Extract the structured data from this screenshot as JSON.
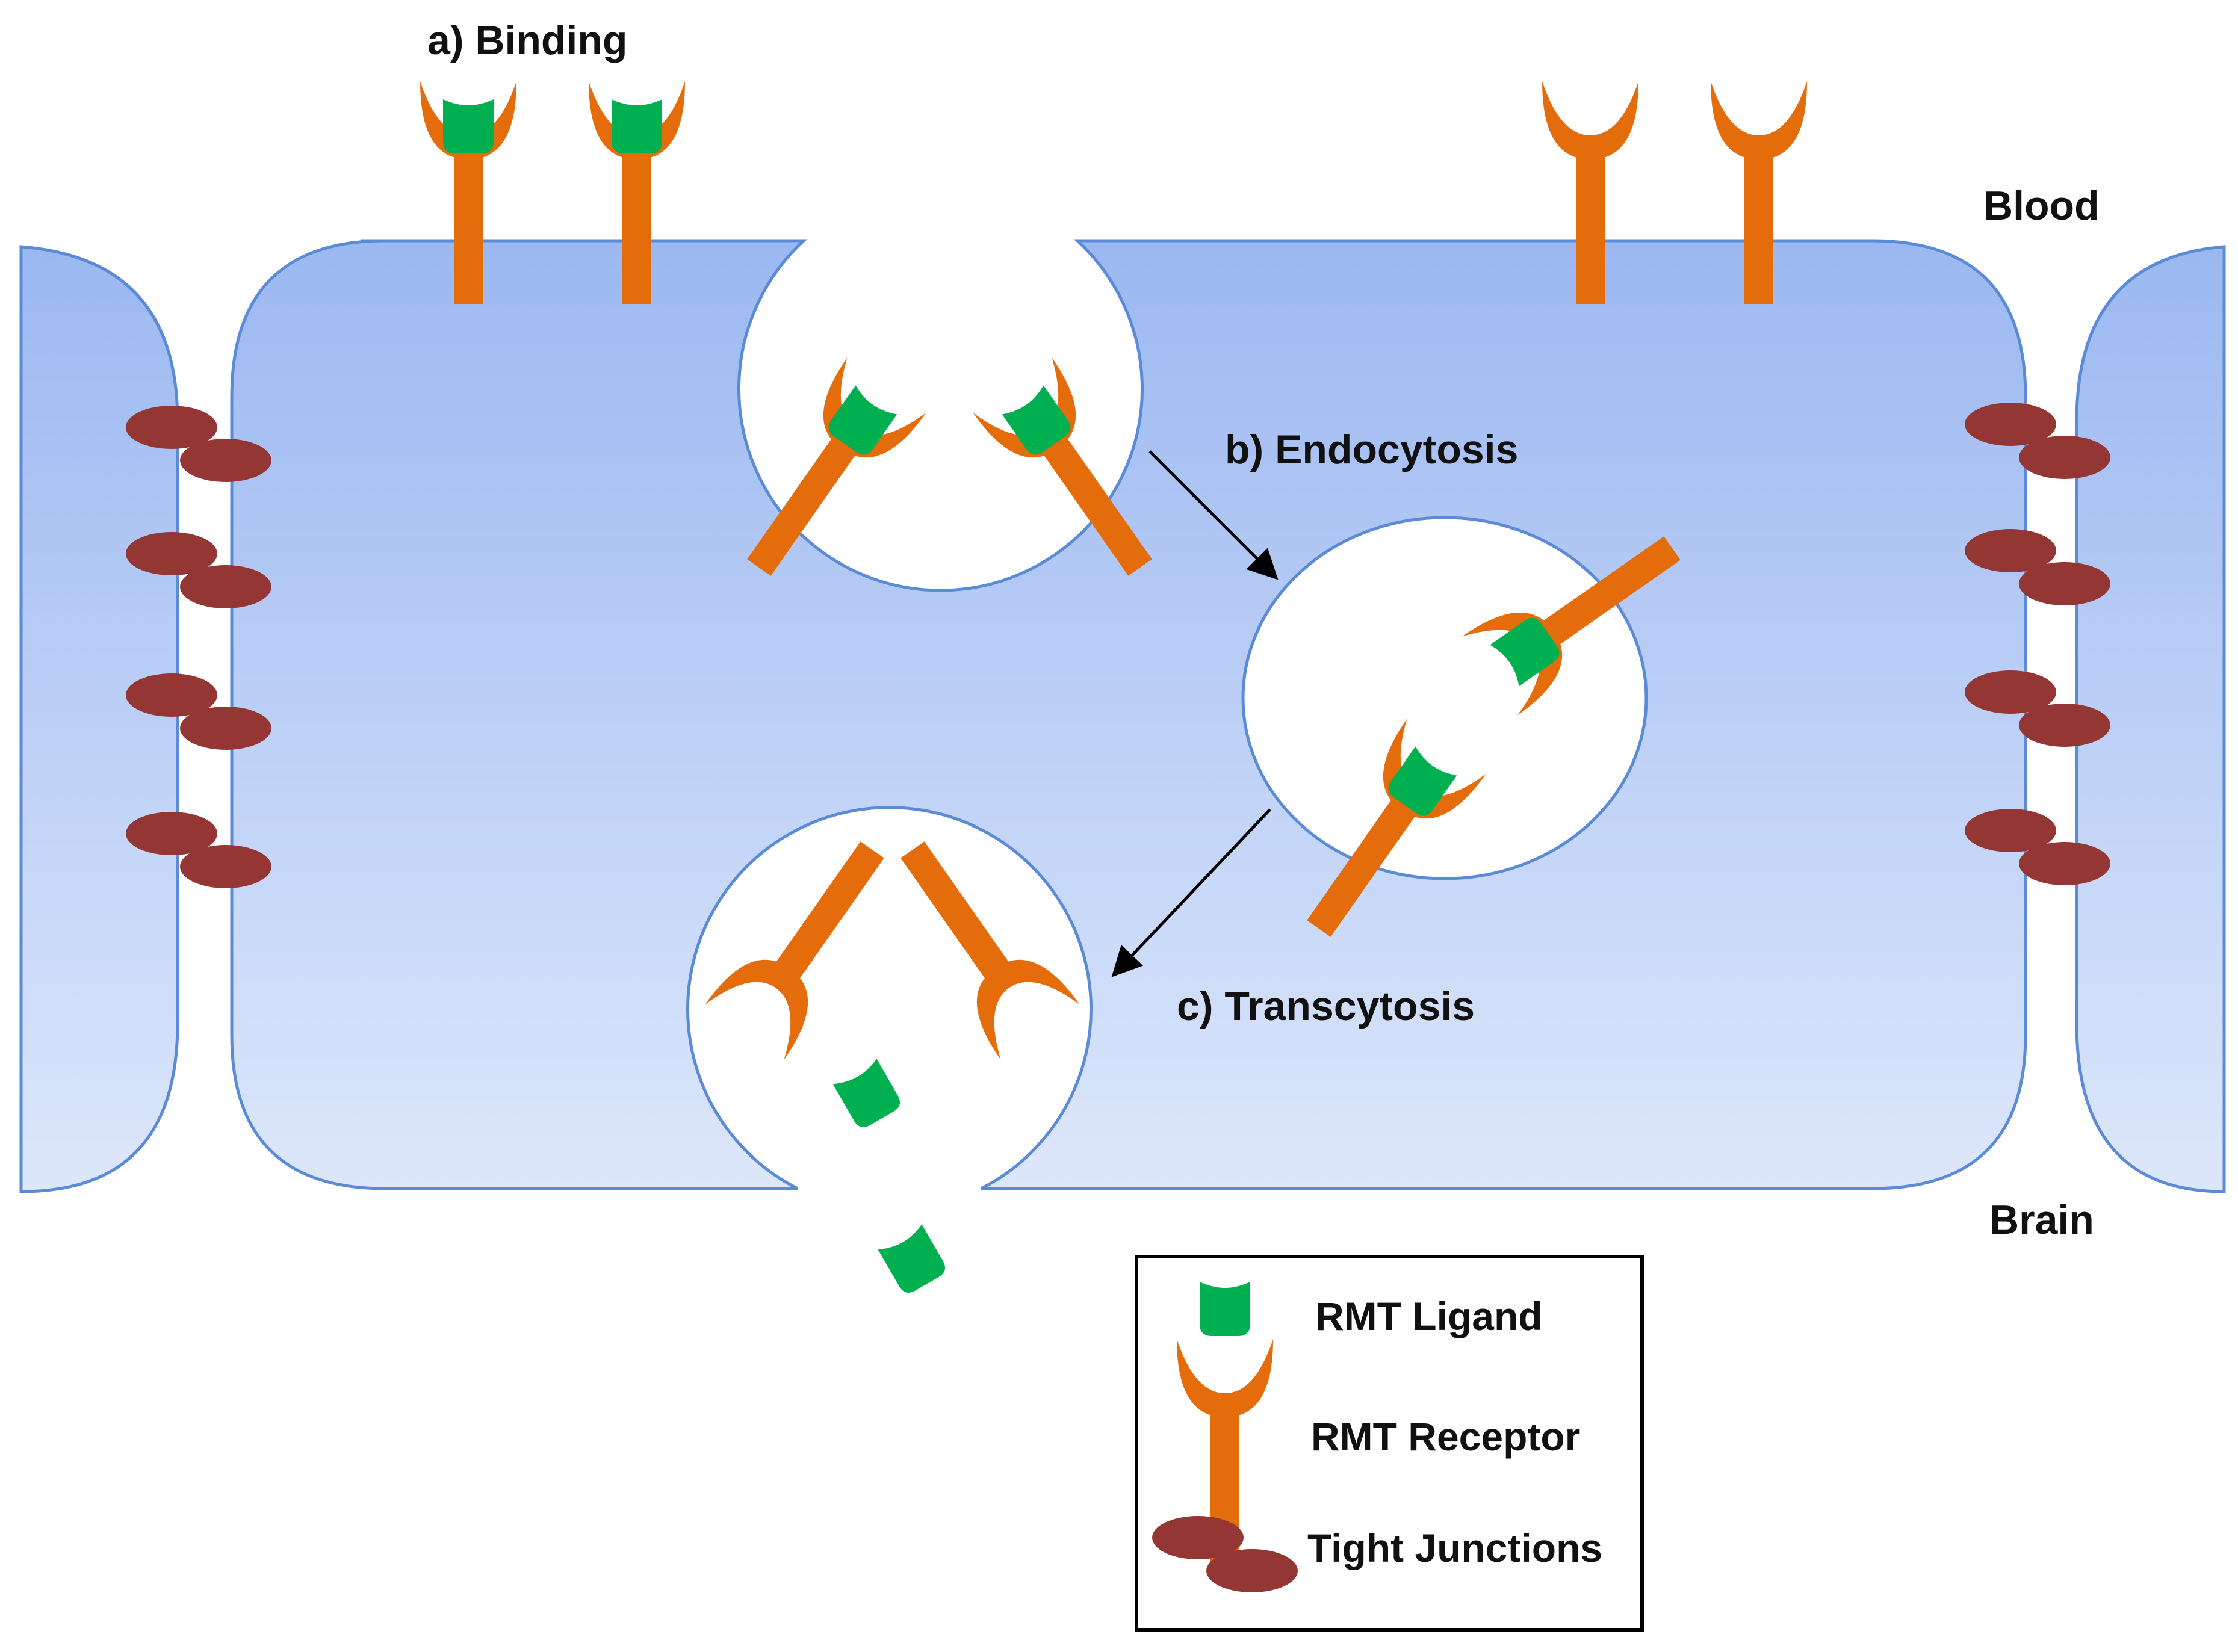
{
  "steps": {
    "binding": "a) Binding",
    "endocytosis": "b) Endocytosis",
    "transcytosis": "c) Transcytosis"
  },
  "sides": {
    "top": "Blood",
    "bottom": "Brain"
  },
  "legend": {
    "items": [
      {
        "label": "RMT Ligand",
        "icon": "ligand-icon"
      },
      {
        "label": "RMT Receptor",
        "icon": "receptor-icon"
      },
      {
        "label": "Tight Junctions",
        "icon": "tight-junction-icon"
      }
    ]
  },
  "colors": {
    "cell_top": "#9bb8f1",
    "cell_bottom": "#dbe6fb",
    "cell_border": "#5b8bd6",
    "receptor": "#e46c0a",
    "ligand": "#00b050",
    "tight_junction": "#943634",
    "arrow": "#000000"
  }
}
